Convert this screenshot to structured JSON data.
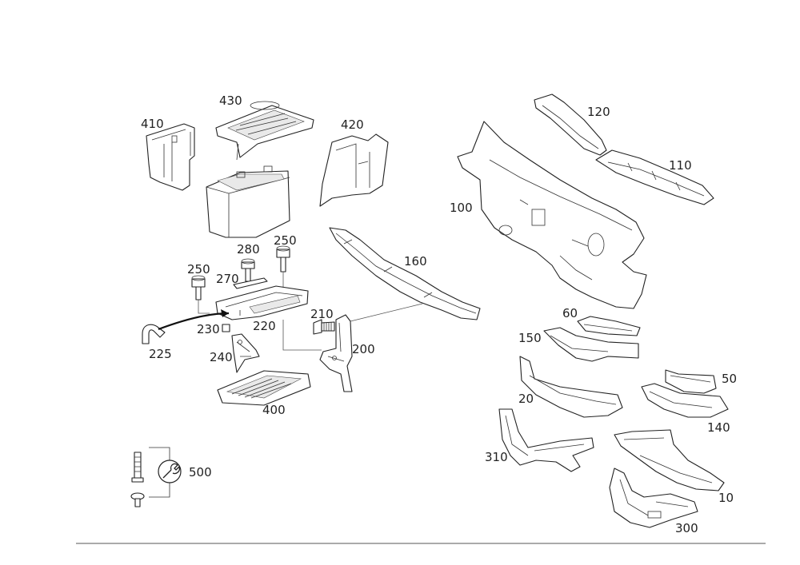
{
  "diagram": {
    "callouts": {
      "c410": "410",
      "c430": "430",
      "c420": "420",
      "c120": "120",
      "c110": "110",
      "c100": "100",
      "c280": "280",
      "c250a": "250",
      "c250b": "250",
      "c270": "270",
      "c160": "160",
      "c210": "210",
      "c230": "230",
      "c220": "220",
      "c200": "200",
      "c225": "225",
      "c240": "240",
      "c400": "400",
      "c60": "60",
      "c150": "150",
      "c50": "50",
      "c20": "20",
      "c140": "140",
      "c310": "310",
      "c10": "10",
      "c300": "300",
      "c500": "500"
    },
    "icons": {
      "tool_symbol": "wrench-icon"
    },
    "colors": {
      "line": "#222222",
      "background": "#ffffff"
    }
  }
}
